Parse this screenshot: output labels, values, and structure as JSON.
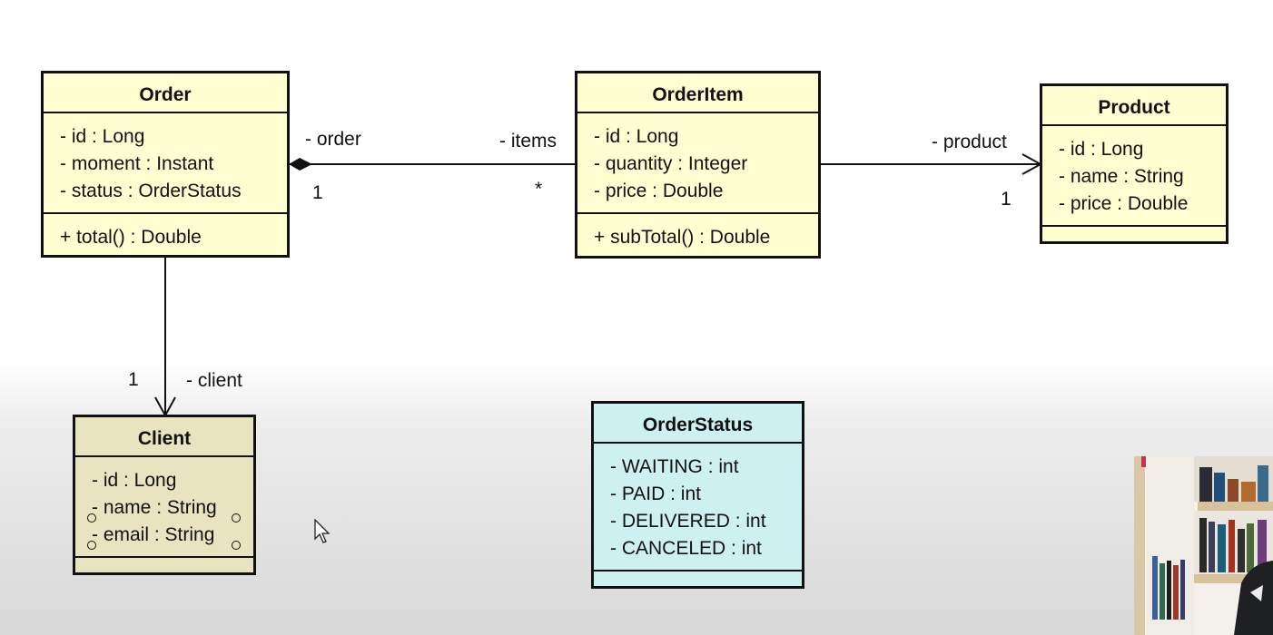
{
  "diagram": {
    "classes": {
      "order": {
        "name": "Order",
        "attributes": [
          "- id : Long",
          "- moment : Instant",
          "- status : OrderStatus"
        ],
        "operations": [
          "+ total() : Double"
        ]
      },
      "order_item": {
        "name": "OrderItem",
        "attributes": [
          "- id : Long",
          "- quantity : Integer",
          "- price : Double"
        ],
        "operations": [
          "+ subTotal() : Double"
        ]
      },
      "product": {
        "name": "Product",
        "attributes": [
          "- id : Long",
          "- name : String",
          "- price : Double"
        ],
        "operations": []
      },
      "client": {
        "name": "Client",
        "attributes": [
          "- id : Long",
          "- name : String",
          "- email : String"
        ],
        "operations": []
      },
      "order_status": {
        "name": "OrderStatus",
        "attributes": [
          "- WAITING : int",
          "- PAID : int",
          "- DELIVERED : int",
          "- CANCELED : int"
        ],
        "operations": []
      }
    },
    "associations": {
      "order_items": {
        "source_role": "- order",
        "source_multiplicity": "1",
        "target_role": "- items",
        "target_multiplicity": "*",
        "kind": "composition"
      },
      "item_product": {
        "target_role": "- product",
        "target_multiplicity": "1",
        "kind": "directed-association"
      },
      "order_client": {
        "target_role": "- client",
        "target_multiplicity": "1",
        "kind": "directed-association"
      }
    },
    "colors": {
      "class_fill": "#ffffd2",
      "enum_fill": "#cdf0f1",
      "client_fill": "#e8e4c0",
      "stroke": "#111111"
    }
  },
  "overlay": {
    "cursor_icon": "mouse-pointer-icon",
    "webcam_icon": "webcam-feed"
  }
}
